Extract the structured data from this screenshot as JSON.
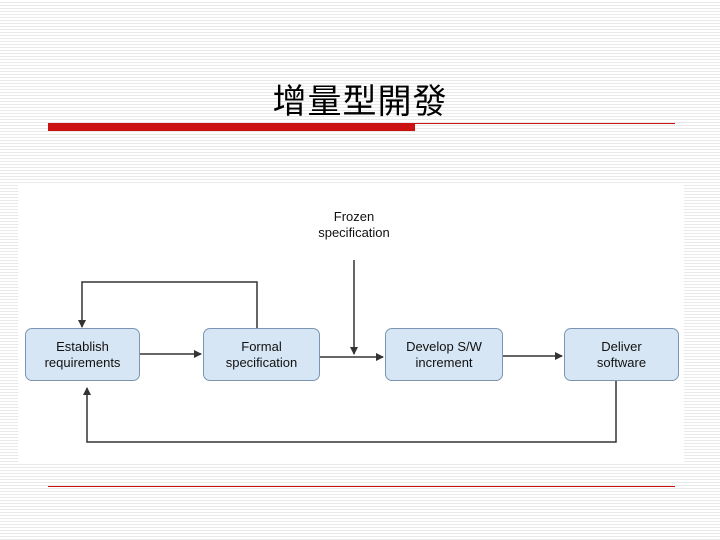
{
  "slide": {
    "title": "增量型開發"
  },
  "diagram": {
    "nodes": {
      "establish": {
        "line1": "Establish",
        "line2": "requirements"
      },
      "formal": {
        "line1": "Formal",
        "line2": "specification"
      },
      "develop": {
        "line1": "Develop S/W",
        "line2": "increment"
      },
      "deliver": {
        "line1": "Deliver",
        "line2": "software"
      }
    },
    "frozen": {
      "line1": "Frozen",
      "line2": "specification"
    }
  },
  "colors": {
    "accent_red": "#cc1111",
    "node_fill": "#d7e6f4",
    "node_border": "#7b96b2"
  }
}
